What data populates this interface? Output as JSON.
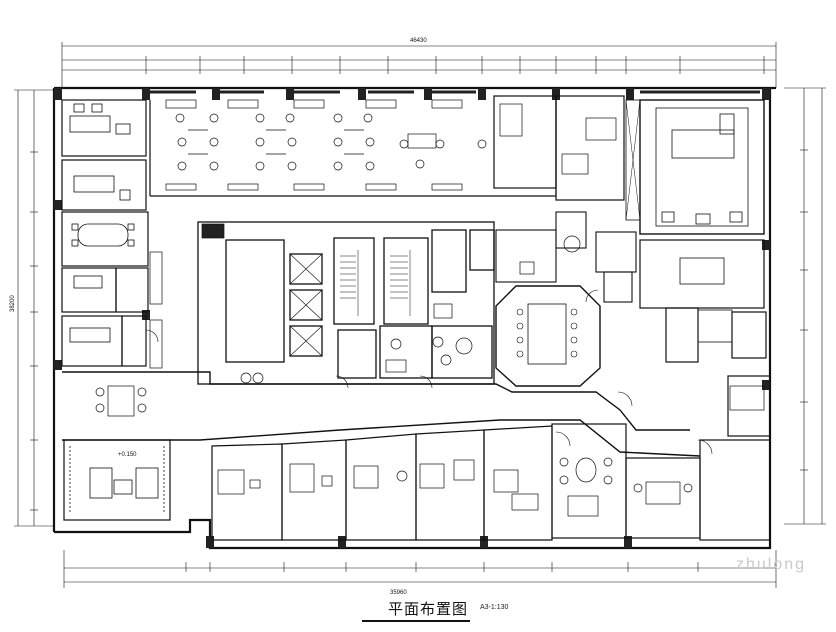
{
  "drawing": {
    "title": "平面布置图",
    "scale": "A3-1:130",
    "watermark": "zhulong",
    "elevation_label": "+0.150",
    "top_total_dim": "46430",
    "bottom_total_dim": "35960",
    "left_total_dim": "38200"
  },
  "colors": {
    "line": "#111111",
    "fill_dark": "#222222",
    "background": "#ffffff"
  }
}
